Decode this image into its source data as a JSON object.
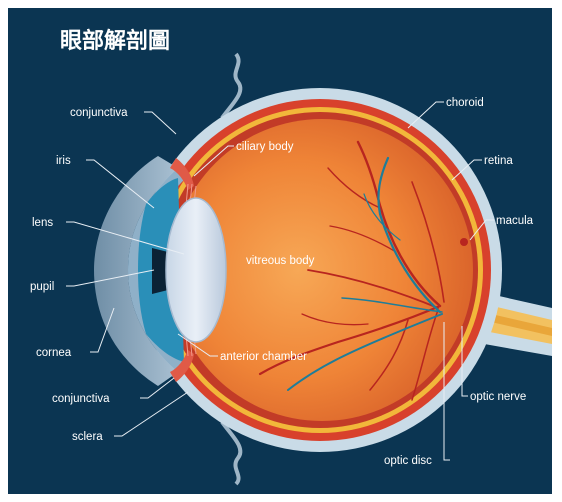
{
  "title": "眼部解剖圖",
  "colors": {
    "background": "#0b3552",
    "sclera": "#c9dbe7",
    "choroid": "#d8412c",
    "retina": "#f2b73a",
    "vitreous": "#f08a3c",
    "vessel_red": "#b8251f",
    "vessel_blue": "#1e7d99",
    "iris": "#2a8fb8"
  },
  "labels": {
    "conjunctiva_top": "conjunctiva",
    "iris": "iris",
    "lens": "lens",
    "pupil": "pupil",
    "cornea": "cornea",
    "conjunctiva_bottom": "conjunctiva",
    "sclera": "sclera",
    "ciliary_body": "ciliary body",
    "vitreous_body": "vitreous body",
    "anterior_chamber": "anterior chamber",
    "choroid": "choroid",
    "retina": "retina",
    "macula": "macula",
    "optic_nerve": "optic nerve",
    "optic_disc": "optic disc"
  }
}
